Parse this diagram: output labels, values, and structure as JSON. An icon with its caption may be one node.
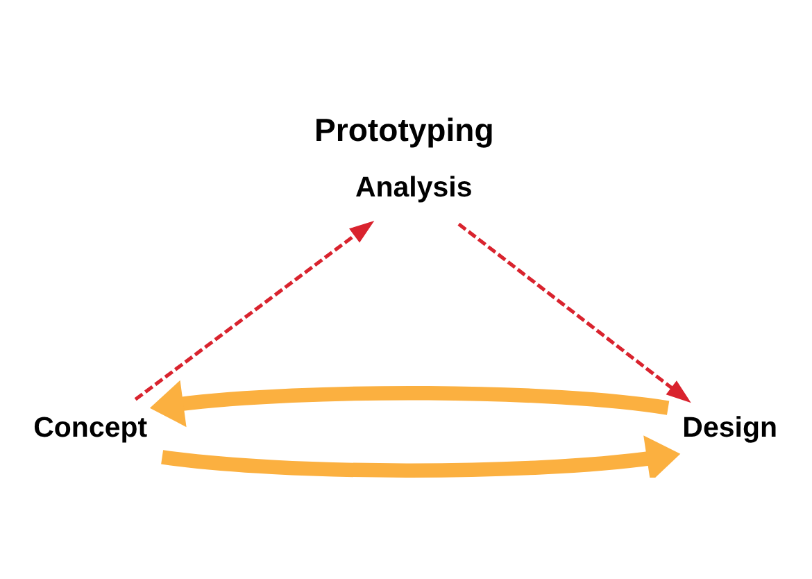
{
  "diagram": {
    "title": "Prototyping",
    "nodes": [
      {
        "text": [
          "Concept"
        ]
      },
      {
        "text": [
          "Analysis"
        ]
      },
      {
        "text": [
          "Design"
        ]
      }
    ],
    "edges": [
      {
        "from": 0,
        "to": 2,
        "arrow": "to",
        "style": "thick",
        "color": "#fbb040"
      },
      {
        "from": 2,
        "to": 0,
        "arrow": "to",
        "style": "thick",
        "color": "#fbb040"
      },
      {
        "from": 0,
        "to": 1,
        "arrow": "to",
        "style": "dashed",
        "color": "#d9232e"
      },
      {
        "from": 1,
        "to": 2,
        "arrow": "to",
        "style": "dashed",
        "color": "#d9232e"
      }
    ]
  }
}
